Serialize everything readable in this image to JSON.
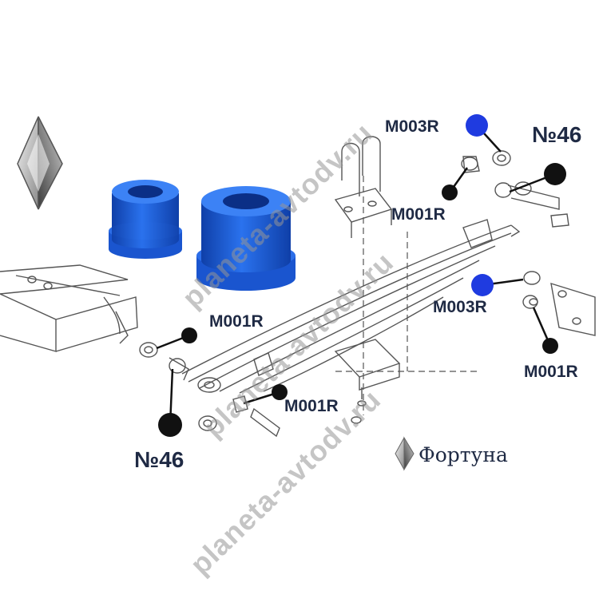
{
  "callouts": {
    "m003r_top": "M003R",
    "num46_right": "№46",
    "m001r_upper": "M001R",
    "m001r_bushing": "M001R",
    "m003r_right": "M003R",
    "m001r_right": "M001R",
    "m001r_bottom": "M001R",
    "num46_left": "№46"
  },
  "brand": {
    "name": "Фортуна"
  },
  "watermark": {
    "text": "planeta-avtodv.ru"
  },
  "colors": {
    "bushing_blue": "#1d5fd8",
    "callout_blue_dot": "#1f3be0",
    "callout_black_dot": "#111111",
    "label_text": "#1f2a44",
    "line_art": "#555555"
  },
  "icons": {
    "logo": "diamond-logo-icon"
  }
}
